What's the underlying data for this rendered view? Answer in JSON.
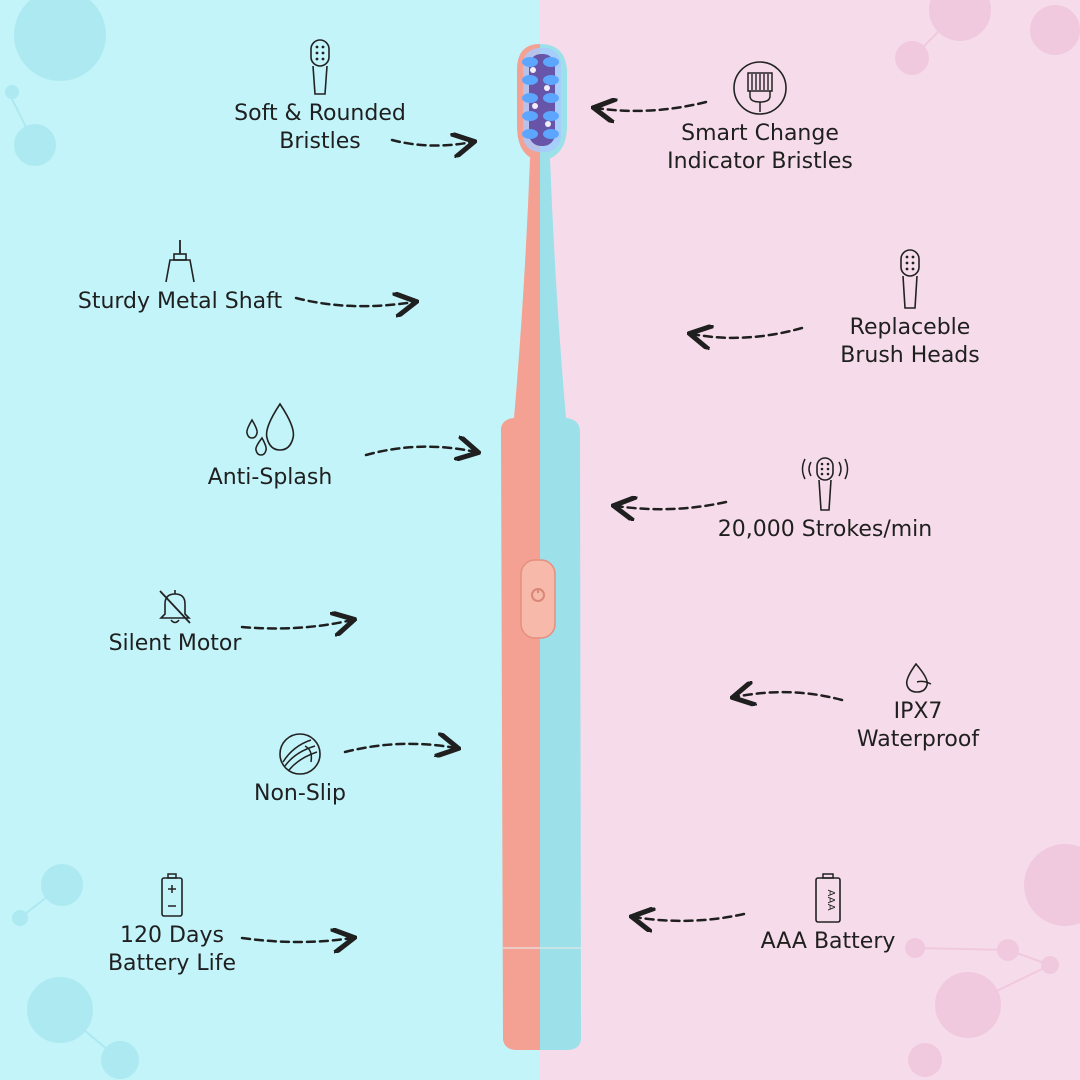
{
  "colors": {
    "left_background": "#c3f4fa",
    "right_background": "#f6dcea",
    "brush_coral": "#f4a193",
    "brush_aqua": "#9ce0ea",
    "bristle_blue": "#4a8ff0",
    "text": "#1f1f1f"
  },
  "features_left": [
    {
      "label": "Soft & Rounded\nBristles",
      "icon": "brush-head-icon"
    },
    {
      "label": "Sturdy Metal Shaft",
      "icon": "metal-shaft-icon"
    },
    {
      "label": "Anti-Splash",
      "icon": "water-drops-icon"
    },
    {
      "label": "Silent Motor",
      "icon": "bell-off-icon"
    },
    {
      "label": "Non-Slip",
      "icon": "grip-icon"
    },
    {
      "label": "120 Days\nBattery Life",
      "icon": "battery-icon"
    }
  ],
  "features_right": [
    {
      "label": "Smart Change\nIndicator Bristles",
      "icon": "indicator-bristles-icon"
    },
    {
      "label": "Replaceble\nBrush Heads",
      "icon": "brush-head-icon"
    },
    {
      "label": "20,000 Strokes/min",
      "icon": "vibrating-brush-icon"
    },
    {
      "label": "IPX7\nWaterproof",
      "icon": "water-drop-icon"
    },
    {
      "label": "AAA Battery",
      "icon": "aaa-battery-icon"
    }
  ]
}
